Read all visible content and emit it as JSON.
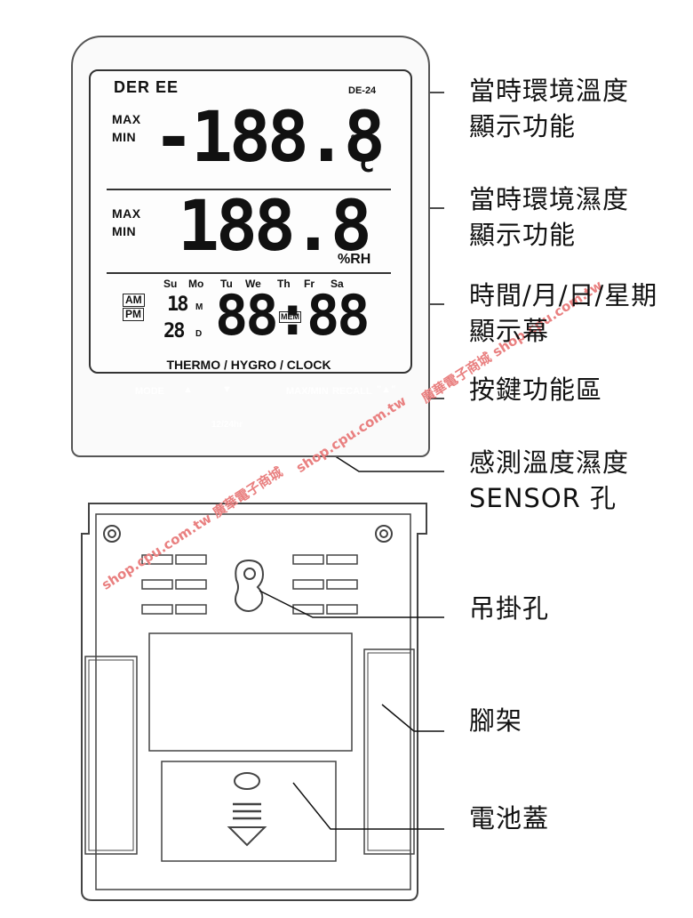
{
  "device": {
    "brand": "DER EE",
    "model": "DE-24",
    "max_label": "MAX",
    "min_label": "MIN",
    "temp_display": "-188.8",
    "temp_degree": "°",
    "temp_unit": "c",
    "humidity_display": "188.8",
    "humidity_unit": "%RH",
    "weekdays": [
      "Su",
      "Mo",
      "Tu",
      "We",
      "Th",
      "Fr",
      "Sa"
    ],
    "am": "AM",
    "pm": "PM",
    "month_digits": "18",
    "month_label": "M",
    "day_digits": "28",
    "day_label": "D",
    "mem_label": "MEM",
    "clock_display": "88:88",
    "mode_text": "THERMO / HYGRO / CLOCK",
    "buttons": {
      "mode": "MODE",
      "up": "▲",
      "down": "▼",
      "maxmin": "MAX/MIN",
      "recall": "RECALL",
      "alarm": "\"▲\""
    },
    "hr_label": "12/24hr"
  },
  "callouts": {
    "temp": [
      "當時環境溫度",
      "顯示功能"
    ],
    "humidity": [
      "當時環境濕度",
      "顯示功能"
    ],
    "clock": [
      "時間/月/日/星期",
      "顯示幕"
    ],
    "buttons": [
      "按鍵功能區"
    ],
    "sensor": [
      "感測溫度濕度",
      "SENSOR 孔"
    ],
    "hang_hole": [
      "吊掛孔"
    ],
    "stand": [
      "腳架"
    ],
    "battery": [
      "電池蓋"
    ]
  },
  "watermarks": [
    "shop.cpu.com.tw 廣華電子商城",
    "shop.cpu.com.tw",
    "廣華電子商城 shop.cpu.com.tw"
  ]
}
